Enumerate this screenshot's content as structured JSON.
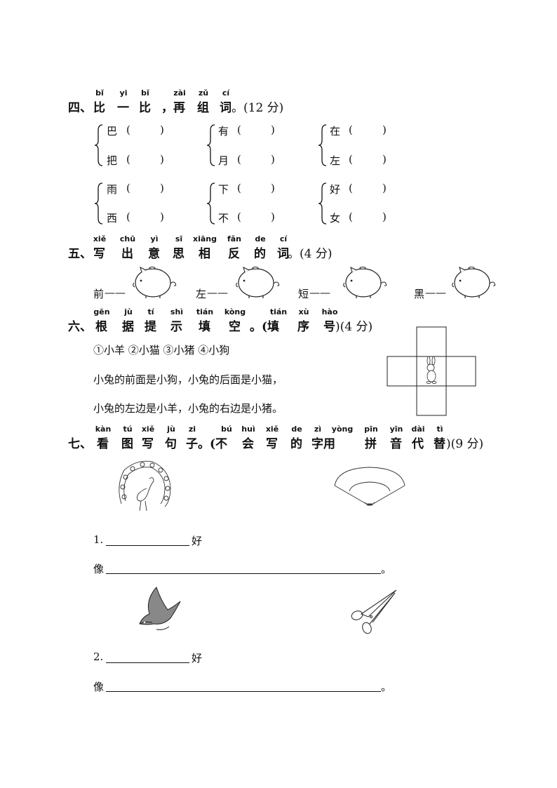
{
  "q4": {
    "pinyin": [
      "bǐ",
      "yi",
      "bǐ",
      "zài",
      "zǔ",
      "cí"
    ],
    "num": "四、",
    "chars": [
      "比",
      "一",
      "比",
      "，再",
      "组",
      "词"
    ],
    "score": "。(12 分)",
    "groups": [
      {
        "top": "巴",
        "bottom": "把"
      },
      {
        "top": "有",
        "bottom": "月"
      },
      {
        "top": "在",
        "bottom": "左"
      },
      {
        "top": "雨",
        "bottom": "西"
      },
      {
        "top": "下",
        "bottom": "不"
      },
      {
        "top": "好",
        "bottom": "女"
      }
    ],
    "paren_open": "(",
    "paren_close": ")"
  },
  "q5": {
    "num": "五、",
    "pinyin": [
      "xiě",
      "chū",
      "yì",
      "sī",
      "xiāng",
      "fǎn",
      "de",
      "cí"
    ],
    "chars": [
      "写",
      "出",
      "意",
      "思",
      "相",
      "反",
      "的",
      "词"
    ],
    "score": "。(4 分)",
    "words": [
      "前",
      "左",
      "短",
      "黑"
    ],
    "dash": "——"
  },
  "q6": {
    "num": "六、",
    "pinyin": [
      "gēn",
      "jù",
      "tí",
      "shì",
      "tián",
      "kòng",
      "tián",
      "xù",
      "hào"
    ],
    "chars": [
      "根",
      "据",
      "提",
      "示",
      "填",
      "空",
      "。(填",
      "序",
      "号"
    ],
    "score": ")(4 分)",
    "options": "①小羊   ②小猫   ③小猪   ④小狗",
    "line1": "小兔的前面是小狗，小兔的后面是小猫，",
    "line2": "小兔的左边是小羊，小兔的右边是小猪。"
  },
  "q7": {
    "num": "七、",
    "pinyin": [
      "kàn",
      "tú",
      "xiě",
      "jù",
      "zi",
      "bú",
      "huì",
      "xiě",
      "de",
      "zì",
      "yòng",
      "pīn",
      "yīn",
      "dài",
      "tì"
    ],
    "chars": [
      "看",
      "图",
      "写",
      "句",
      "子。(不",
      "会",
      "写",
      "的",
      "字用",
      "拼",
      "音",
      "代",
      "替"
    ],
    "score": ")(9 分)",
    "item1_num": "1.",
    "item2_num": "2.",
    "hao": "好",
    "xiang": "像",
    "end": "。"
  }
}
